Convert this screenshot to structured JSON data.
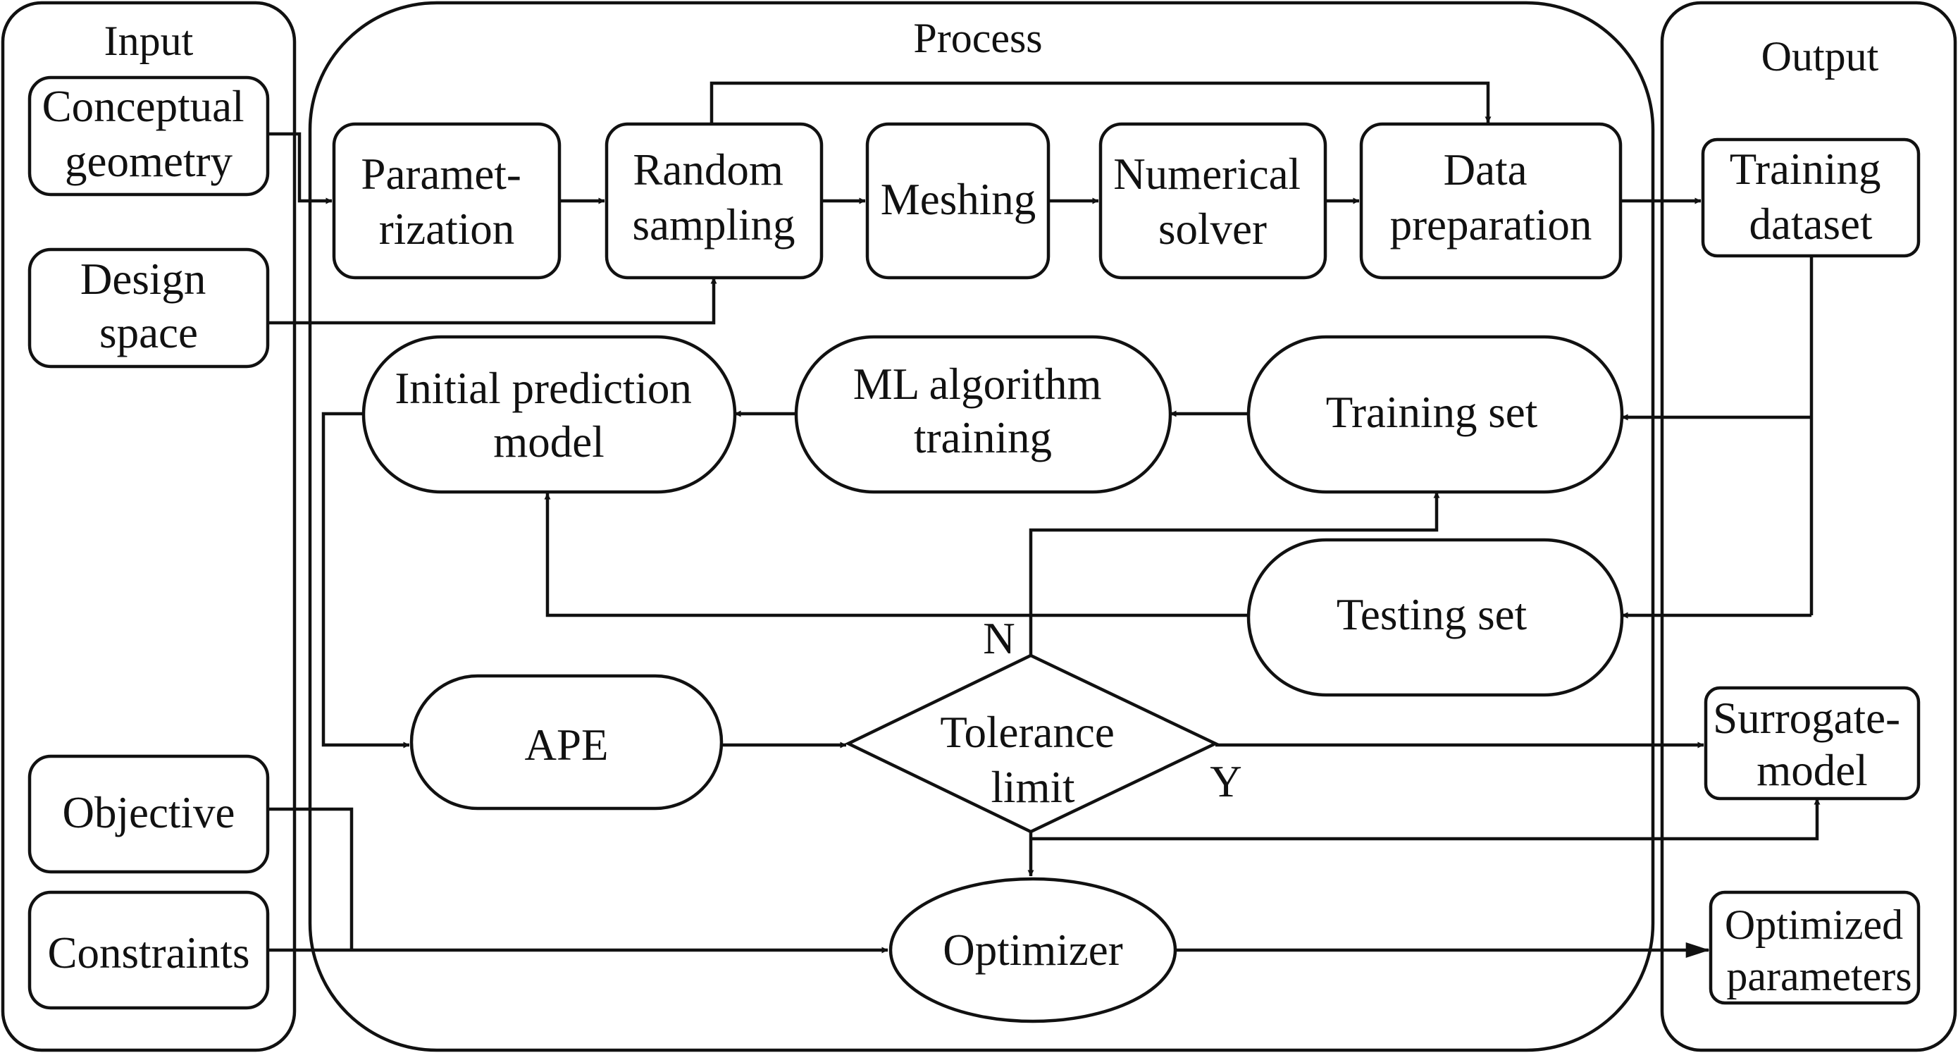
{
  "panels": {
    "input": "Input",
    "process": "Process",
    "output": "Output"
  },
  "nodes": {
    "conceptual_geometry": [
      "Conceptual",
      "geometry"
    ],
    "design_space": [
      "Design",
      "space"
    ],
    "objective": [
      "Objective"
    ],
    "constraints": [
      "Constraints"
    ],
    "parametrization": [
      "Paramet-",
      "rization"
    ],
    "random_sampling": [
      "Random",
      "sampling"
    ],
    "meshing": [
      "Meshing"
    ],
    "numerical_solver": [
      "Numerical",
      "solver"
    ],
    "data_preparation": [
      "Data",
      "preparation"
    ],
    "initial_prediction_model": [
      "Initial prediction",
      "model"
    ],
    "ml_algorithm_training": [
      "ML algorithm",
      "training"
    ],
    "training_set": [
      "Training set"
    ],
    "testing_set": [
      "Testing set"
    ],
    "ape": [
      "APE"
    ],
    "tolerance_limit": [
      "Tolerance",
      "limit"
    ],
    "optimizer": [
      "Optimizer"
    ],
    "training_dataset": [
      "Training",
      "dataset"
    ],
    "surrogate_model": [
      "Surrogate-",
      "model"
    ],
    "optimized_parameters": [
      "Optimized",
      "parameters"
    ]
  },
  "branch_labels": {
    "no": "N",
    "yes": "Y"
  }
}
